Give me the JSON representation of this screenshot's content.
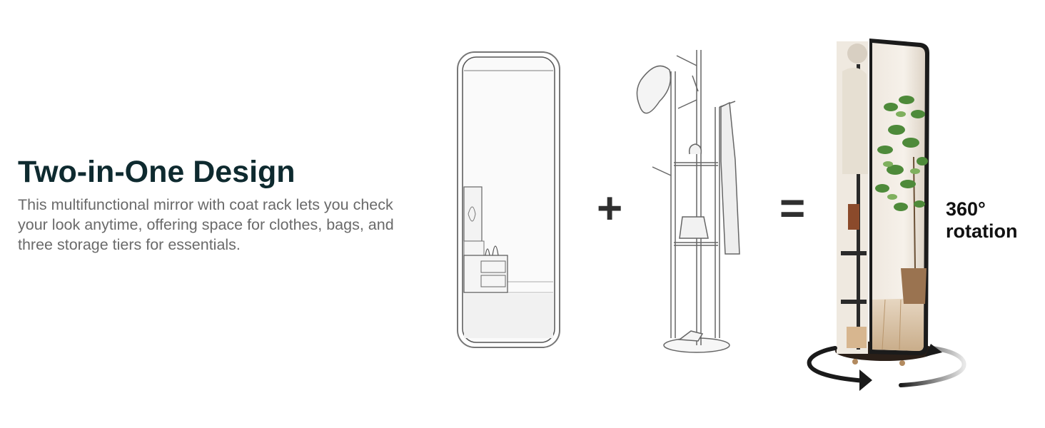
{
  "headline": "Two-in-One Design",
  "description": {
    "line1": "This multifunctional mirror with coat rack lets you check",
    "line2": "your look anytime, offering space for clothes, bags, and",
    "line3": "three storage tiers for essentials."
  },
  "operators": {
    "plus": "+",
    "equals": "="
  },
  "rotation_label": {
    "line1": "360°",
    "line2": "rotation"
  },
  "illustrations": {
    "mirror_sketch": "full-length-mirror-sketch",
    "coat_rack_sketch": "coat-rack-sketch",
    "combined_product": "rotating-mirror-coat-rack-photo",
    "rotation_arrows": "rotation-arrows-icon"
  },
  "colors": {
    "headline": "#0e2a2f",
    "body_text": "#6a6a6a",
    "operator": "#2f2f2f",
    "frame": "#1a1a1a",
    "wood": "#6b4a2e"
  }
}
